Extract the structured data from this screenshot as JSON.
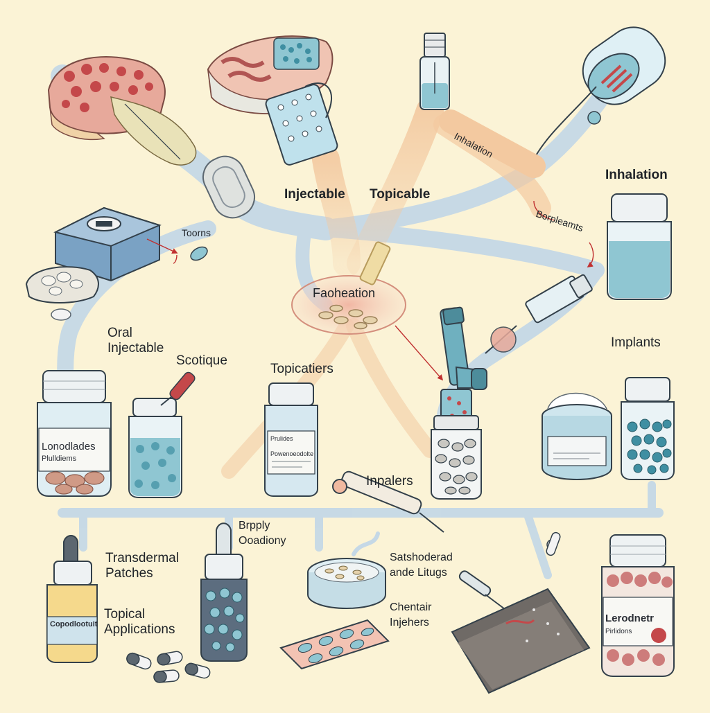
{
  "labels": {
    "injectable_top": "Injectable",
    "topicable": "Topicable",
    "inhalation_arrow": "Inhalation",
    "inhalation_right": "Inhalation",
    "borplealmts": "Borpleamts",
    "toorns": "Toorns",
    "faoheation": "Faoheation",
    "oral": "Oral",
    "injectable_left": "Injectable",
    "scotique": "Scotique",
    "topicatiers": "Topicatiers",
    "implants": "Implants",
    "inpalers": "Inpalers",
    "brpply": "Brpply",
    "ooadiony": "Ooadiony",
    "transdermal": "Transdermal",
    "patches": "Patches",
    "topical": "Topical",
    "applications": "Applications",
    "satshoderad": "Satshoderad",
    "and_litugs": "ande Litugs",
    "chentair": "Chentair",
    "injehers": "Injehers"
  },
  "jar_labels": {
    "lonodlades": "Lonodlades",
    "plulldiems": "Plulldiems",
    "prulides": "Prulides",
    "powenoeodolte": "Powenoeodolte",
    "cpodlootuit": "Copodlootuit",
    "lerodnetr": "Lerodnetr",
    "pirlidons": "Pirlidons"
  },
  "colors": {
    "background": "#fbf3d6",
    "stream_blue": "#c5d8e6",
    "stream_peach": "#f3c9a0",
    "tissue_pink": "#e7a99b",
    "tissue_red": "#c4484a",
    "liquid_blue": "#8fc6d2",
    "pill_beige": "#e6d2ab",
    "arrow_red": "#c03030",
    "outline": "#33404a"
  },
  "icons": [
    "tissue-block-icon",
    "tissue-slice-icon",
    "microneedle-patch-icon",
    "vial-icon",
    "inhaler-tube-icon",
    "capsule-icon",
    "box-icon",
    "sponge-icon",
    "bowl-icon",
    "jar-icon",
    "dropper-icon",
    "syringe-icon",
    "inhaler-icon",
    "cream-jar-icon",
    "petri-dish-icon",
    "tablet-blister-icon",
    "skin-patch-icon"
  ]
}
